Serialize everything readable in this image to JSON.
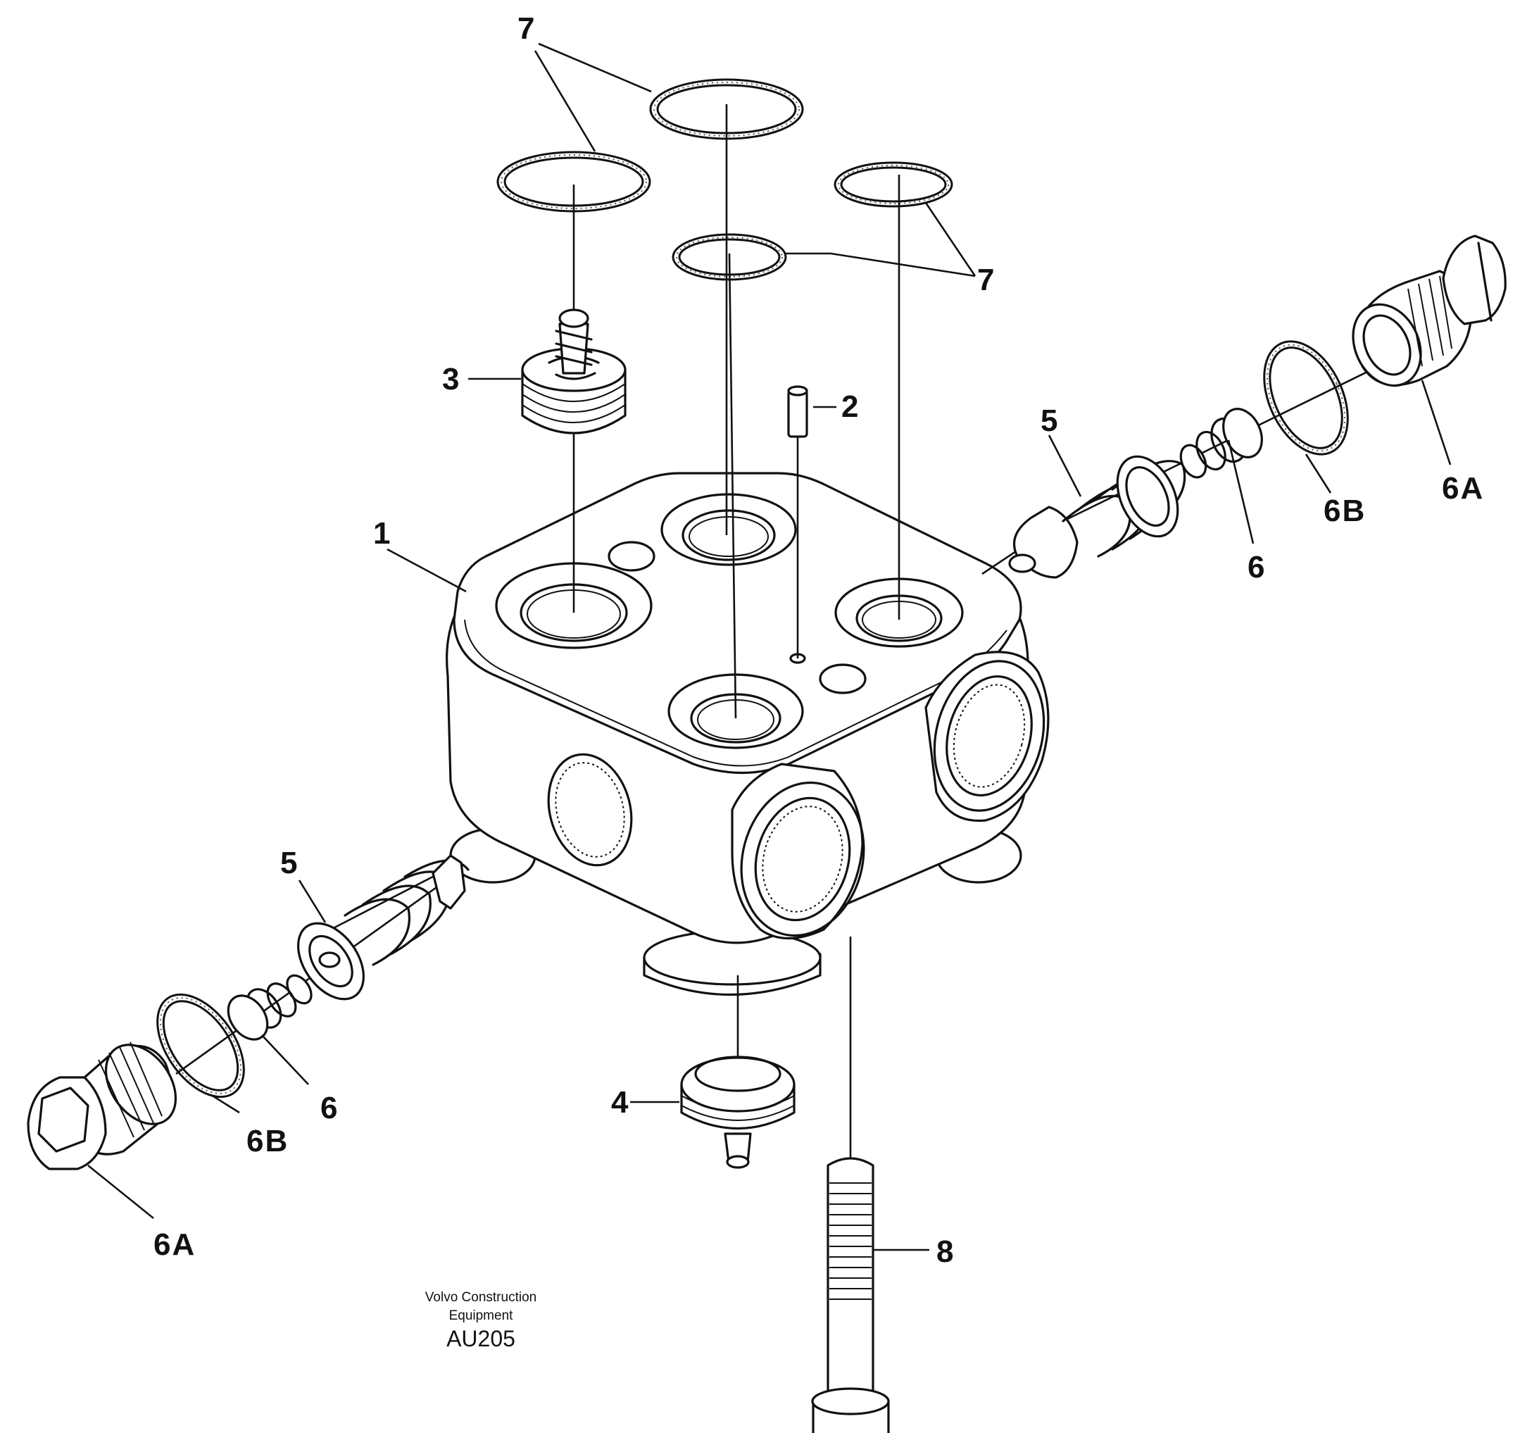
{
  "callouts": {
    "seal_top": "7",
    "seal_right": "7",
    "valve_body": "1",
    "pin": "2",
    "valve_upper": "3",
    "valve_lower": "4",
    "spring_valve_right": "5",
    "spring_valve_left": "5",
    "spring_right": "6",
    "spring_left": "6",
    "washer_right": "6B",
    "washer_left": "6B",
    "plug_right": "6A",
    "plug_left": "6A",
    "bolt": "8"
  },
  "credit": {
    "line1": "Volvo Construction",
    "line2": "Equipment",
    "code": "AU205"
  }
}
